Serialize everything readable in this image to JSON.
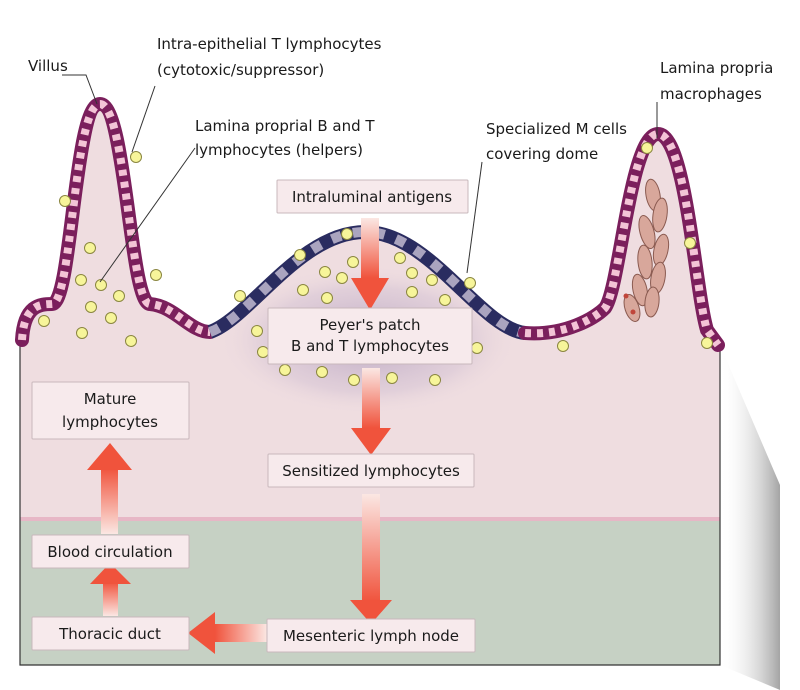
{
  "labels": {
    "villus": "Villus",
    "iel_line1": "Intra-epithelial T lymphocytes",
    "iel_line2": "(cytotoxic/suppressor)",
    "lp_line1": "Lamina proprial B and T",
    "lp_line2": "lymphocytes (helpers)",
    "mcell_line1": "Specialized M cells",
    "mcell_line2": "covering dome",
    "mac_line1": "Lamina propria",
    "mac_line2": "macrophages"
  },
  "boxes": {
    "intraluminal": "Intraluminal antigens",
    "peyer_line1": "Peyer's patch",
    "peyer_line2": "B and T lymphocytes",
    "sensitized": "Sensitized lymphocytes",
    "mesenteric": "Mesenteric lymph node",
    "thoracic": "Thoracic duct",
    "blood": "Blood circulation",
    "mature_line1": "Mature",
    "mature_line2": "lymphocytes"
  },
  "colors": {
    "tissue": "#efdde0",
    "lower_tissue": "#c6d1c4",
    "epithelium": "#7b1f5c",
    "epithelium_light": "#f3c4d6",
    "dome_dark": "#2a2c60",
    "dome_light": "#aaa4bf",
    "lymphocyte": "#f7f59a",
    "macrophage": "#d8a79b",
    "arrow": "#f0533c",
    "box_fill": "#f7eaec"
  }
}
